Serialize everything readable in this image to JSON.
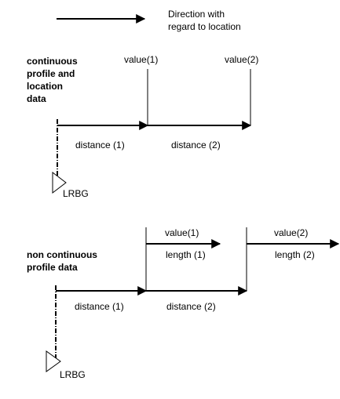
{
  "legend": {
    "line1": "Direction with",
    "line2": "regard to location"
  },
  "continuous": {
    "heading": [
      "continuous",
      "profile and",
      "location",
      "data"
    ],
    "value1": "value(1)",
    "value2": "value(2)",
    "distance1": "distance (1)",
    "distance2": "distance (2)",
    "lrbg": "LRBG"
  },
  "non_continuous": {
    "heading": [
      "non continuous",
      "profile data"
    ],
    "value1": "value(1)",
    "value2": "value(2)",
    "length1": "length (1)",
    "length2": "length (2)",
    "distance1": "distance (1)",
    "distance2": "distance (2)",
    "lrbg": "LRBG"
  }
}
